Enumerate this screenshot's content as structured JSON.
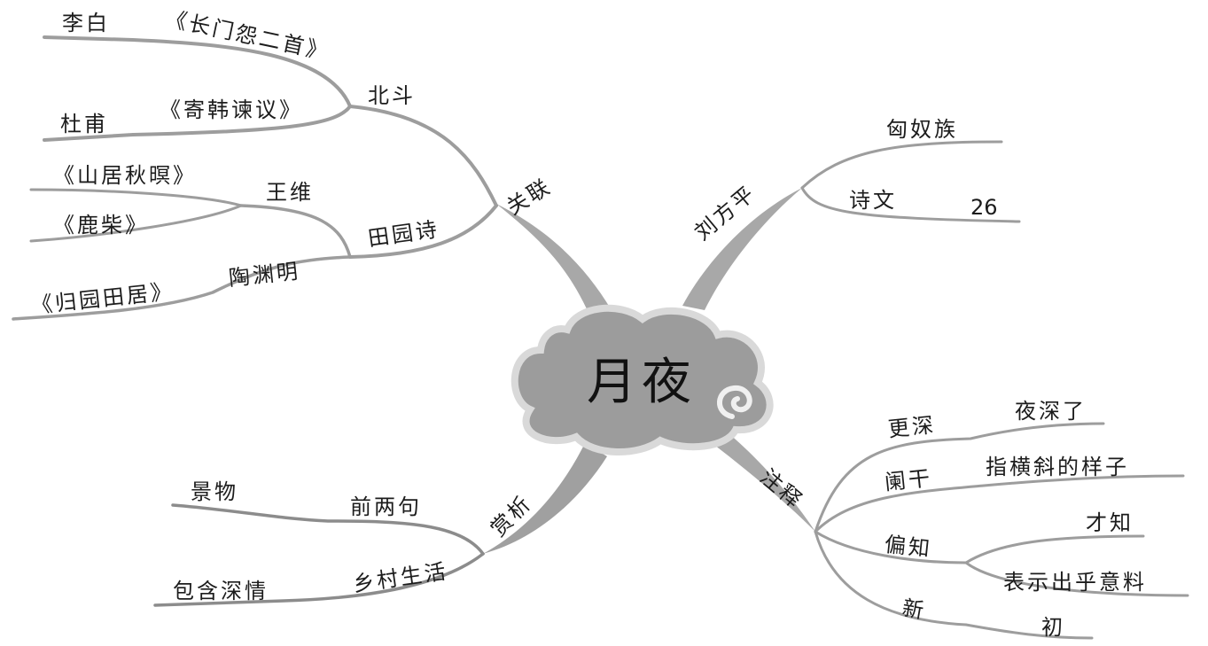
{
  "center": {
    "title": "月夜"
  },
  "branches": {
    "guanlian": {
      "label": "关联",
      "beidou": {
        "label": "北斗",
        "libai": {
          "poet": "李白",
          "poem": "《长门怨二首》"
        },
        "dufu": {
          "poet": "杜甫",
          "poem": "《寄韩谏议》"
        }
      },
      "tianyuan": {
        "label": "田园诗",
        "wangwei": {
          "poet": "王维",
          "poems": [
            "《山居秋暝》",
            "《鹿柴》"
          ]
        },
        "taoyuanming": {
          "poet": "陶渊明",
          "poem": "《归园田居》"
        }
      }
    },
    "liufangping": {
      "label": "刘方平",
      "xiongnu": "匈奴族",
      "shiwen": {
        "label": "诗文",
        "count": "26"
      }
    },
    "shangxi": {
      "label": "赏析",
      "qianliangju": {
        "label": "前两句",
        "detail": "景物"
      },
      "xiangcun": {
        "label": "乡村生活",
        "detail": "包含深情"
      }
    },
    "zhushi": {
      "label": "注释",
      "items": [
        {
          "term": "更深",
          "meaning": "夜深了"
        },
        {
          "term": "阑干",
          "meaning": "指横斜的样子"
        },
        {
          "term": "偏知",
          "meanings": [
            "才知",
            "表示出乎意料"
          ]
        },
        {
          "term": "新",
          "meaning": "初"
        }
      ]
    }
  },
  "colors": {
    "branch_fill": "#a6a6a6",
    "line": "#9a9a9a",
    "cloud_fill": "#9c9c9c",
    "cloud_stroke": "#d9d9d9"
  }
}
